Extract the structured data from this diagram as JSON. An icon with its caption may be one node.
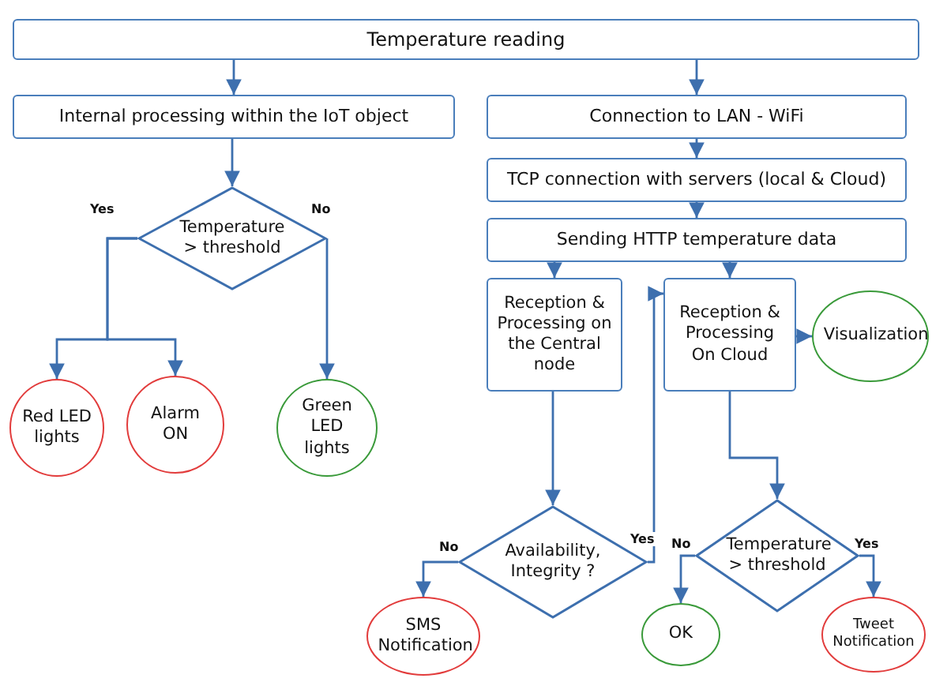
{
  "diagram": {
    "nodes": [
      {
        "text": [
          "Temperature reading"
        ]
      },
      {
        "text": [
          "Internal processing within the IoT object"
        ]
      },
      {
        "text": [
          "Connection to LAN - WiFi"
        ]
      },
      {
        "text": [
          "TCP connection with servers (local & Cloud)"
        ]
      },
      {
        "text": [
          "Sending HTTP temperature data"
        ]
      },
      {
        "text": [
          "Temperature > threshold"
        ]
      },
      {
        "text": [
          "Red LED lights"
        ]
      },
      {
        "text": [
          "Alarm ON"
        ]
      },
      {
        "text": [
          "Green LED lights"
        ]
      },
      {
        "text": [
          "Reception & Processing on the Central node"
        ]
      },
      {
        "text": [
          "Reception & Processing On Cloud"
        ]
      },
      {
        "text": [
          "Visualization"
        ]
      },
      {
        "text": [
          "Availability, Integrity ?"
        ]
      },
      {
        "text": [
          "SMS Notification"
        ]
      },
      {
        "text": [
          "Temperature > threshold"
        ]
      },
      {
        "text": [
          "OK"
        ]
      },
      {
        "text": [
          "Tweet Notification"
        ]
      }
    ],
    "edges": [
      {
        "from": 0,
        "to": 1,
        "arrow": "to"
      },
      {
        "from": 0,
        "to": 2,
        "arrow": "to"
      },
      {
        "from": 1,
        "to": 5,
        "arrow": "to"
      },
      {
        "from": 2,
        "to": 3,
        "arrow": "to"
      },
      {
        "from": 3,
        "to": 4,
        "arrow": "to"
      },
      {
        "from": 4,
        "to": 9,
        "arrow": "to"
      },
      {
        "from": 4,
        "to": 10,
        "arrow": "to"
      },
      {
        "from": 5,
        "to": 6,
        "arrow": "to",
        "label": "Yes"
      },
      {
        "from": 5,
        "to": 7,
        "arrow": "to"
      },
      {
        "from": 5,
        "to": 8,
        "arrow": "to",
        "label": "No"
      },
      {
        "from": 9,
        "to": 12,
        "arrow": "to"
      },
      {
        "from": 12,
        "to": 13,
        "arrow": "to",
        "label": "No"
      },
      {
        "from": 12,
        "to": 10,
        "arrow": "to",
        "label": "Yes"
      },
      {
        "from": 10,
        "to": 11,
        "arrow": "to"
      },
      {
        "from": 10,
        "to": 14,
        "arrow": "to"
      },
      {
        "from": 14,
        "to": 15,
        "arrow": "to",
        "label": "No"
      },
      {
        "from": 14,
        "to": 16,
        "arrow": "to",
        "label": "Yes"
      }
    ]
  }
}
